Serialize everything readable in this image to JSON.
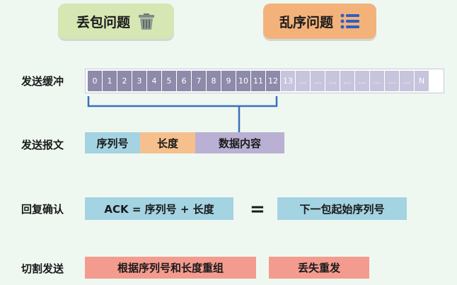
{
  "header": {
    "left_tag": "丢包问题",
    "left_icon": "trash-can-icon",
    "right_tag": "乱序问题",
    "right_icon": "list-icon"
  },
  "buffer": {
    "label": "发送缓冲",
    "cells": [
      "0",
      "1",
      "2",
      "3",
      "4",
      "5",
      "6",
      "7",
      "8",
      "9",
      "10",
      "11",
      "12",
      "13",
      "...",
      "...",
      "...",
      "...",
      "...",
      "...",
      "...",
      "...",
      "N"
    ],
    "sent_count": 13
  },
  "packet": {
    "label": "发送报文",
    "seq": "序列号",
    "length": "长度",
    "data": "数据内容"
  },
  "ack": {
    "label": "回复确认",
    "formula": "ACK = 序列号 + 长度",
    "equals": "=",
    "next": "下一包起始序列号"
  },
  "split": {
    "label": "切割发送",
    "reassemble": "根据序列号和长度重组",
    "loss": "丢失重发"
  },
  "colors": {
    "background": "#eef8f1",
    "sent_cell": "#8e8aaa",
    "unsent_cell": "#c7c5dd",
    "seq_box": "#a4d3e2",
    "len_box": "#f5c08d",
    "data_box": "#b9b0d3",
    "red_box": "#f49b8f"
  }
}
